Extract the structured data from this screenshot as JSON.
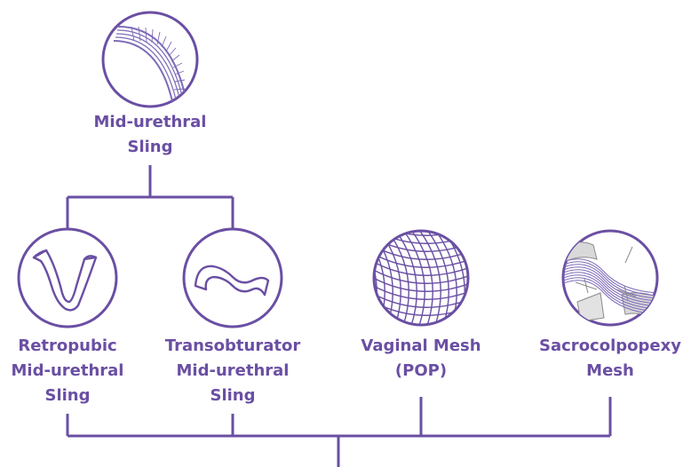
{
  "colors": {
    "accent": "#6a4fa3",
    "mesh": "#7e6bb8",
    "tissue": "#d9d9d9",
    "background": "#ffffff"
  },
  "nodes": {
    "mid_urethral_sling": {
      "icon": "curved-mesh-strip-icon",
      "lines": [
        "Mid-urethral",
        "Sling"
      ]
    },
    "retropubic": {
      "icon": "retropubic-sling-icon",
      "lines": [
        "Retropubic",
        "Mid-urethral",
        "Sling"
      ]
    },
    "transobturator": {
      "icon": "transobturator-sling-icon",
      "lines": [
        "Transobturator",
        "Mid-urethral",
        "Sling"
      ]
    },
    "vaginal_mesh": {
      "icon": "mesh-grid-icon",
      "lines": [
        "Vaginal Mesh",
        "(POP)"
      ]
    },
    "sacrocolpopexy": {
      "icon": "sacrocolpopexy-mesh-icon",
      "lines": [
        "Sacrocolpopexy",
        "Mesh"
      ]
    }
  }
}
